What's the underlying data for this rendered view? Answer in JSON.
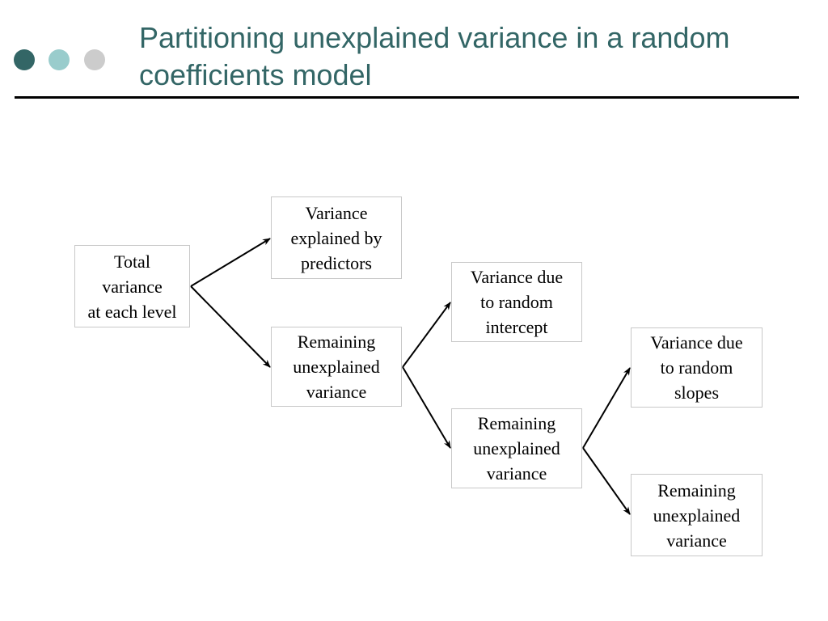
{
  "slide": {
    "title": "Partitioning unexplained variance in a random coefficients model",
    "decor_dots": [
      {
        "color": "#336666"
      },
      {
        "color": "#99cccc"
      },
      {
        "color": "#cccccc"
      }
    ]
  },
  "colors": {
    "title": "#336666",
    "rule": "#000000",
    "box_border": "#c8c8c8",
    "arrow": "#000000"
  },
  "diagram": {
    "nodes": {
      "total": "Total\nvariance\nat each level",
      "predictors": "Variance\nexplained by\npredictors",
      "remaining_1": "Remaining\nunexplained\nvariance",
      "intercept": "Variance due\nto random\nintercept",
      "remaining_2": "Remaining\nunexplained\nvariance",
      "slopes": "Variance due\nto random\nslopes",
      "remaining_3": "Remaining\nunexplained\nvariance"
    },
    "edges": [
      {
        "from": "total",
        "to": "predictors"
      },
      {
        "from": "total",
        "to": "remaining_1"
      },
      {
        "from": "remaining_1",
        "to": "intercept"
      },
      {
        "from": "remaining_1",
        "to": "remaining_2"
      },
      {
        "from": "remaining_2",
        "to": "slopes"
      },
      {
        "from": "remaining_2",
        "to": "remaining_3"
      }
    ]
  }
}
